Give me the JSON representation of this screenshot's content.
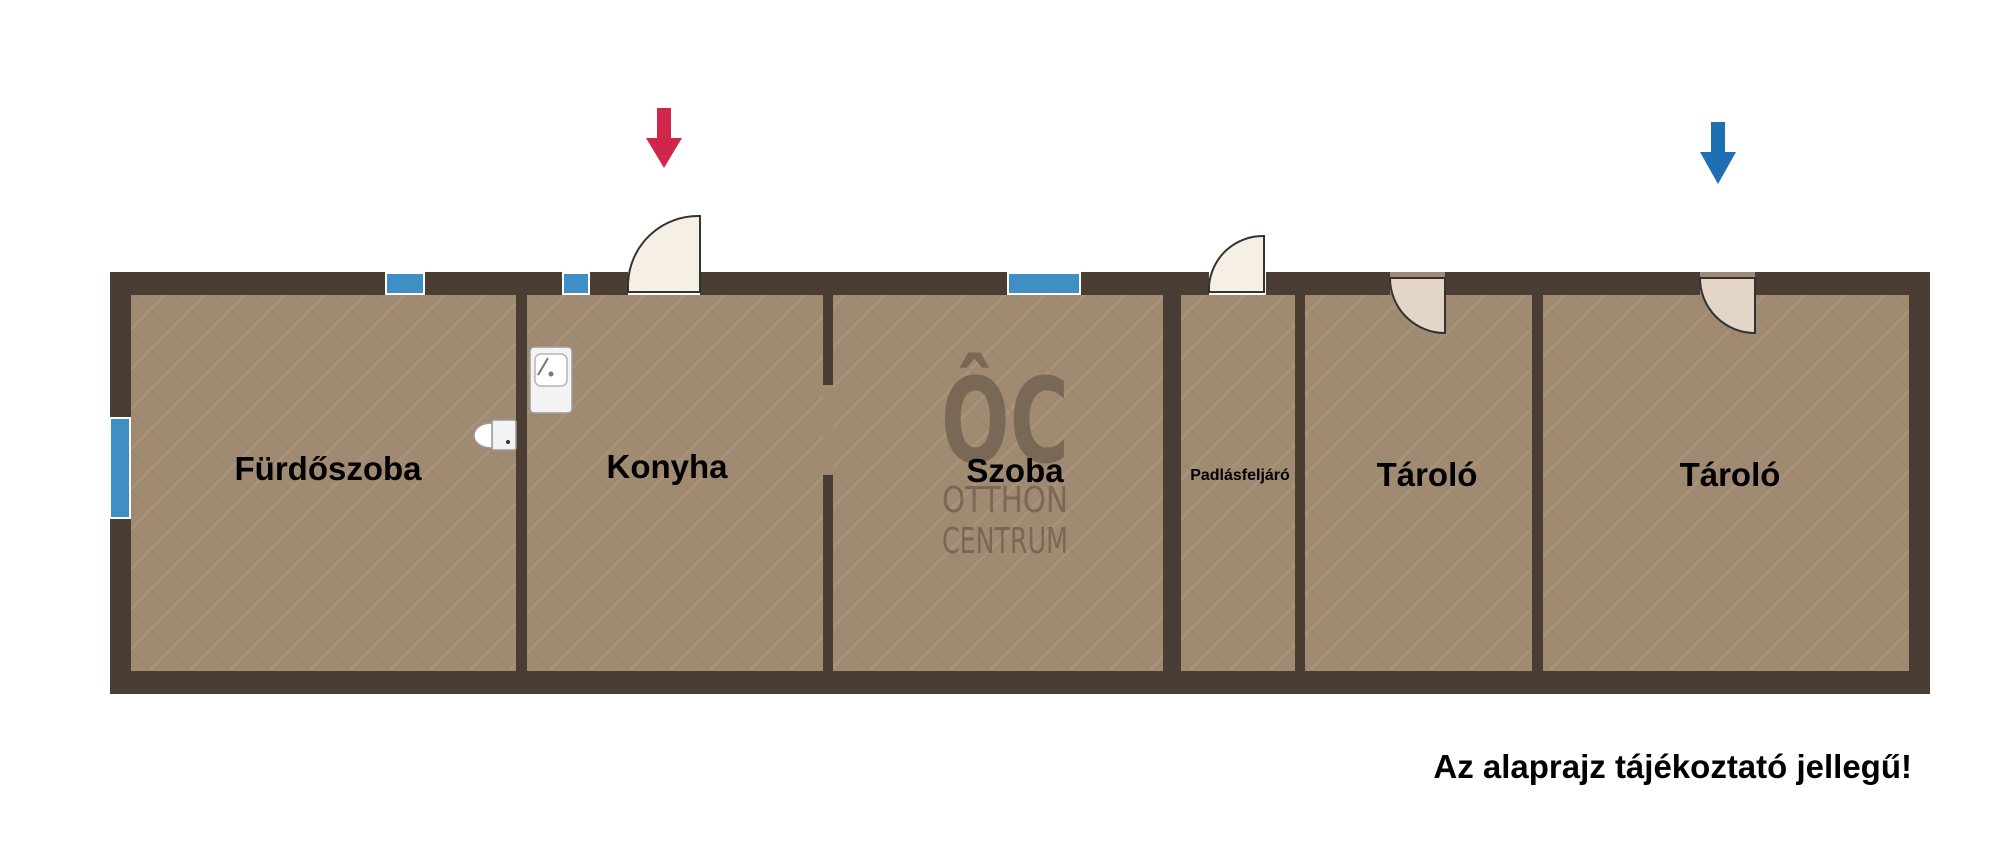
{
  "colors": {
    "wall": "#4a3d33",
    "floor": "#a08b72",
    "window": "#3f8fc4",
    "door_fill": "#f6efe4",
    "entrance_arrow_red": "#d0264c",
    "entrance_arrow_blue": "#1f6fb5",
    "watermark": "#5a4c40"
  },
  "rooms": [
    {
      "id": "furdoszoba",
      "label": "Fürdőszoba"
    },
    {
      "id": "konyha",
      "label": "Konyha"
    },
    {
      "id": "szoba",
      "label": "Szoba"
    },
    {
      "id": "padlasfeljaro",
      "label": "Padlásfeljáró"
    },
    {
      "id": "tarolo1",
      "label": "Tároló"
    },
    {
      "id": "tarolo2",
      "label": "Tároló"
    }
  ],
  "watermark": {
    "mark": "ÔC",
    "line1": "OTTHON",
    "line2": "CENTRUM"
  },
  "disclaimer": "Az alaprajz tájékoztató jellegű!"
}
